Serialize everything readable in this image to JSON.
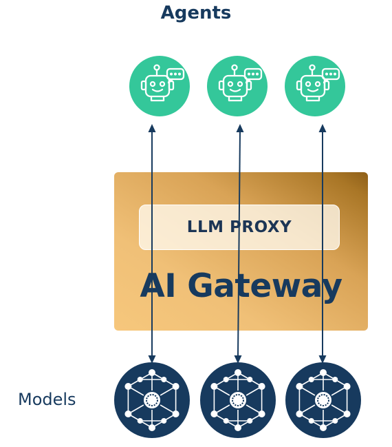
{
  "title": "Agents",
  "gateway": {
    "proxy_label": "LLM PROXY",
    "label": "AI Gateway"
  },
  "models_label": "Models",
  "agents": [
    {
      "icon": "robot-chat-icon"
    },
    {
      "icon": "robot-chat-icon"
    },
    {
      "icon": "robot-chat-icon"
    }
  ],
  "models": [
    {
      "icon": "network-hub-icon"
    },
    {
      "icon": "network-hub-icon"
    },
    {
      "icon": "network-hub-icon"
    }
  ],
  "colors": {
    "agent_circle": "#34c79a",
    "model_circle": "#173a5e",
    "text": "#173a5e",
    "arrow": "#173a5e",
    "gateway_light": "#f6c77c",
    "gateway_dark": "#8e5f18"
  }
}
